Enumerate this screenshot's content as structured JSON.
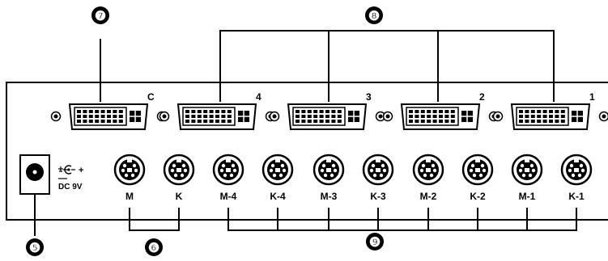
{
  "callouts": [
    "❼",
    "❽",
    "❺",
    "❻",
    "❾"
  ],
  "dvi_ports": [
    {
      "label": "C"
    },
    {
      "label": "4"
    },
    {
      "label": "3"
    },
    {
      "label": "2"
    },
    {
      "label": "1"
    }
  ],
  "ps2_ports": [
    {
      "label": "M"
    },
    {
      "label": "K"
    },
    {
      "label": "M-4"
    },
    {
      "label": "K-4"
    },
    {
      "label": "M-3"
    },
    {
      "label": "K-3"
    },
    {
      "label": "M-2"
    },
    {
      "label": "K-2"
    },
    {
      "label": "M-1"
    },
    {
      "label": "K-1"
    }
  ],
  "power": {
    "polarity": "+",
    "voltage": "DC 9V"
  },
  "colors": {
    "line": "#000000",
    "panel": "#ffffff"
  }
}
